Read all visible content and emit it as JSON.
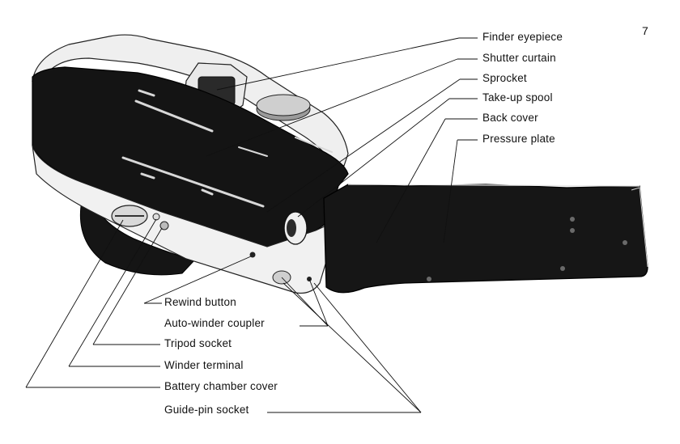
{
  "page": {
    "number": "7"
  },
  "callouts": {
    "finder_eyepiece": "Finder eyepiece",
    "shutter_curtain": "Shutter curtain",
    "sprocket": "Sprocket",
    "take_up_spool": "Take-up spool",
    "back_cover": "Back cover",
    "pressure_plate": "Pressure plate",
    "rewind_button": "Rewind button",
    "auto_winder_coupler": "Auto-winder coupler",
    "tripod_socket": "Tripod socket",
    "winder_terminal": "Winder terminal",
    "battery_chamber_cover": "Battery chamber cover",
    "guide_pin_socket": "Guide-pin socket"
  },
  "colors": {
    "ink": "#111111",
    "body_dark": "#1a1a1a",
    "body_light": "#f2f2f2"
  }
}
